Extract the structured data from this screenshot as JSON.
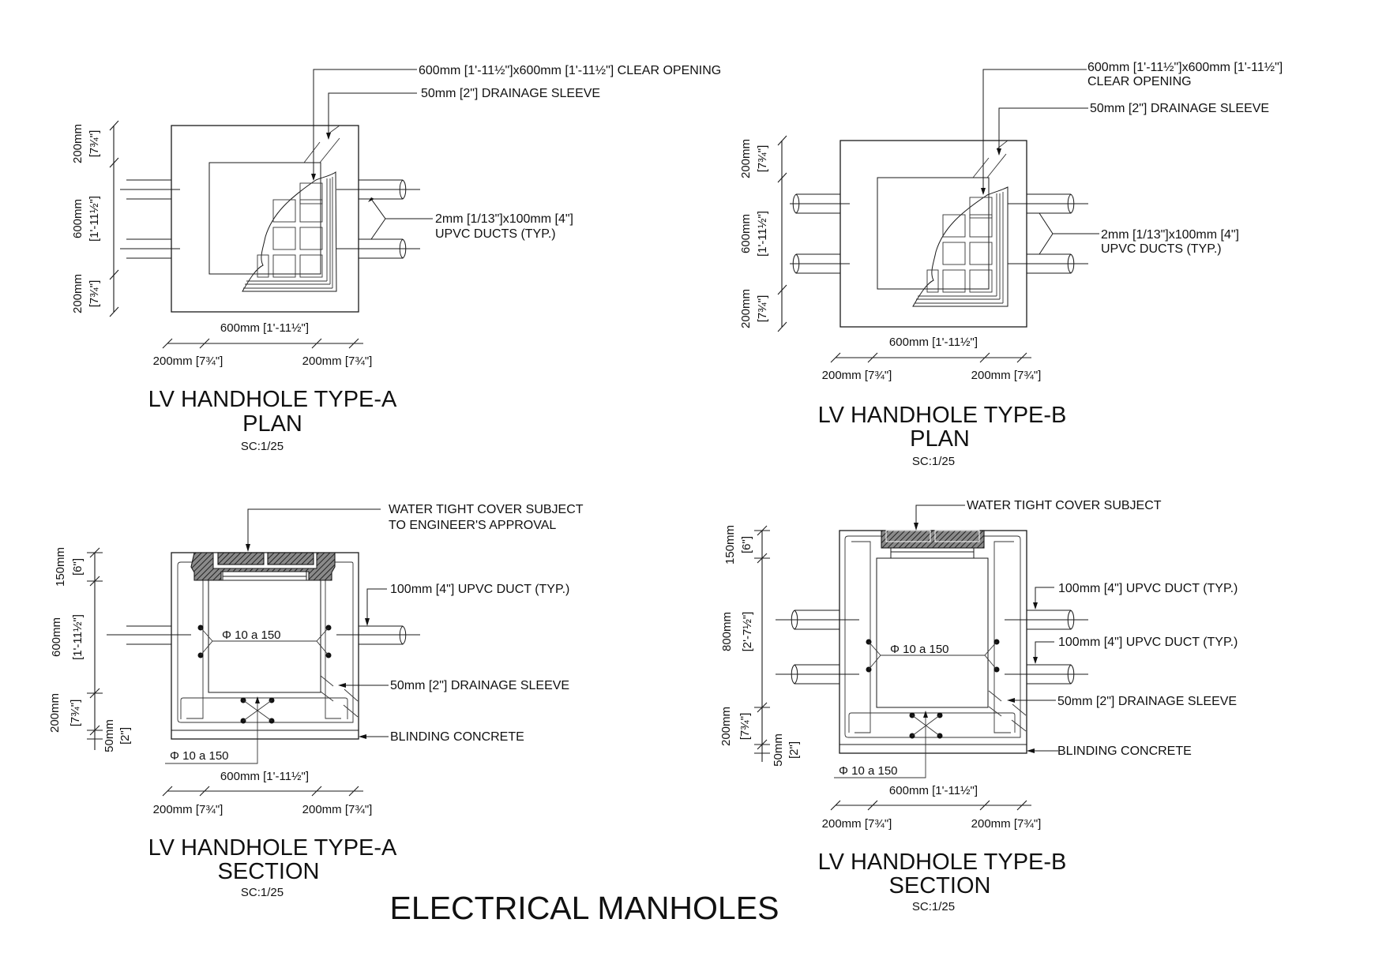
{
  "sheet": {
    "main_title": "ELECTRICAL MANHOLES"
  },
  "plan_a": {
    "title_line1": "LV HANDHOLE TYPE-A",
    "title_line2": "PLAN",
    "scale": "SC:1/25",
    "callouts": {
      "clear_opening": "600mm [1'-11½\"]x600mm [1'-11½\"] CLEAR OPENING",
      "drainage_sleeve": "50mm [2\"] DRAINAGE SLEEVE",
      "ducts_line1": "2mm [1/13\"]x100mm [4\"]",
      "ducts_line2": "UPVC DUCTS (TYP.)"
    },
    "dims": {
      "left_top_mm": "200mm",
      "left_top_in": "[7¾\"]",
      "left_mid_mm": "600mm",
      "left_mid_in": "[1'-11½\"]",
      "left_bot_mm": "200mm",
      "left_bot_in": "[7¾\"]",
      "bottom_overall": "600mm [1'-11½\"]",
      "bottom_left": "200mm [7¾\"]",
      "bottom_right": "200mm [7¾\"]"
    }
  },
  "plan_b": {
    "title_line1": "LV HANDHOLE TYPE-B",
    "title_line2": "PLAN",
    "scale": "SC:1/25",
    "callouts": {
      "clear_opening_line1": "600mm [1'-11½\"]x600mm [1'-11½\"]",
      "clear_opening_line2": "CLEAR OPENING",
      "drainage_sleeve": "50mm [2\"] DRAINAGE SLEEVE",
      "ducts_line1": "2mm [1/13\"]x100mm [4\"]",
      "ducts_line2": "UPVC DUCTS (TYP.)"
    },
    "dims": {
      "left_top_mm": "200mm",
      "left_top_in": "[7¾\"]",
      "left_mid_mm": "600mm",
      "left_mid_in": "[1'-11½\"]",
      "left_bot_mm": "200mm",
      "left_bot_in": "[7¾\"]",
      "bottom_overall": "600mm [1'-11½\"]",
      "bottom_left": "200mm [7¾\"]",
      "bottom_right": "200mm [7¾\"]"
    }
  },
  "section_a": {
    "title_line1": "LV HANDHOLE TYPE-A",
    "title_line2": "SECTION",
    "scale": "SC:1/25",
    "callouts": {
      "cover_line1": "WATER TIGHT COVER SUBJECT",
      "cover_line2": "TO ENGINEER'S APPROVAL",
      "duct": "100mm [4\"] UPVC DUCT (TYP.)",
      "drainage_sleeve": "50mm [2\"] DRAINAGE SLEEVE",
      "blinding": "BLINDING CONCRETE",
      "rebar_wall": "Φ 10 a 150",
      "rebar_base": "Φ 10 a 150"
    },
    "dims": {
      "left_top_mm": "150mm",
      "left_top_in": "[6\"]",
      "left_mid_mm": "600mm",
      "left_mid_in": "[1'-11½\"]",
      "left_bot_mm": "200mm",
      "left_bot_in": "[7¾\"]",
      "left_base_mm": "50mm",
      "left_base_in": "[2\"]",
      "bottom_overall": "600mm [1'-11½\"]",
      "bottom_left": "200mm [7¾\"]",
      "bottom_right": "200mm [7¾\"]"
    }
  },
  "section_b": {
    "title_line1": "LV HANDHOLE TYPE-B",
    "title_line2": "SECTION",
    "scale": "SC:1/25",
    "callouts": {
      "cover": "WATER TIGHT COVER SUBJECT",
      "duct_upper": "100mm [4\"] UPVC DUCT (TYP.)",
      "duct_lower": "100mm [4\"] UPVC DUCT (TYP.)",
      "drainage_sleeve": "50mm [2\"] DRAINAGE SLEEVE",
      "blinding": "BLINDING CONCRETE",
      "rebar_wall": "Φ 10 a 150",
      "rebar_base": "Φ 10 a 150"
    },
    "dims": {
      "left_top_mm": "150mm",
      "left_top_in": "[6\"]",
      "left_mid_mm": "800mm",
      "left_mid_in": "[2'-7½\"]",
      "left_bot_mm": "200mm",
      "left_bot_in": "[7¾\"]",
      "left_base_mm": "50mm",
      "left_base_in": "[2\"]",
      "bottom_overall": "600mm [1'-11½\"]",
      "bottom_left": "200mm [7¾\"]",
      "bottom_right": "200mm [7¾\"]"
    }
  }
}
